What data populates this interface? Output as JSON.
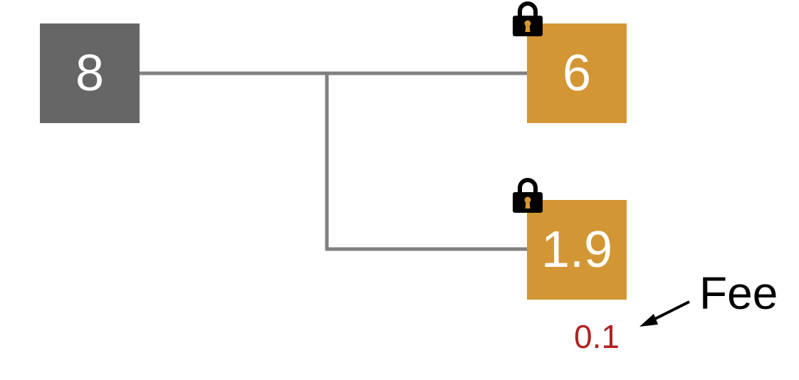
{
  "colors": {
    "input_box": "#666666",
    "output_box": "#d39634",
    "connector": "#808080",
    "fee_value": "#b22222",
    "lock": "#000000",
    "keyhole": "#d39634"
  },
  "input": {
    "value": "8"
  },
  "outputs": [
    {
      "value": "6",
      "locked": true,
      "icon": "lock-icon"
    },
    {
      "value": "1.9",
      "locked": true,
      "icon": "lock-icon"
    }
  ],
  "fee": {
    "label": "Fee",
    "value": "0.1"
  }
}
